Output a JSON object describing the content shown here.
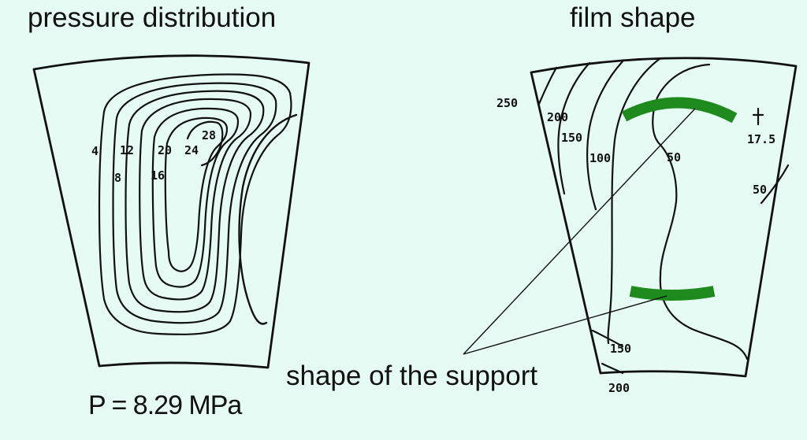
{
  "titles": {
    "left": "pressure distribution",
    "right": "film shape"
  },
  "pressure_value": "P = 8.29 MPa",
  "support_caption": "shape of the support",
  "pressure_contour_labels": [
    "4",
    "8",
    "12",
    "16",
    "20",
    "24",
    "28"
  ],
  "film_contour_labels": [
    "250",
    "200",
    "150",
    "100",
    "50",
    "17.5",
    "50",
    "150",
    "200"
  ],
  "colors": {
    "background": "#e6fbf4",
    "ink": "#111111",
    "support": "#1e8a1e"
  }
}
